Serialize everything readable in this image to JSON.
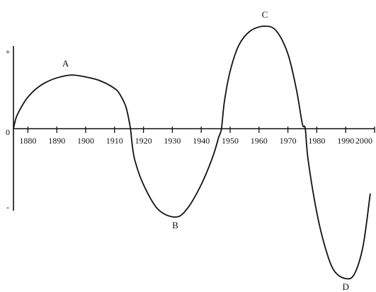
{
  "chart_data": {
    "type": "line",
    "title": "",
    "xlabel": "",
    "ylabel": "",
    "x_ticks": [
      "1880",
      "1890",
      "1900",
      "1910",
      "1920",
      "1930",
      "1940",
      "1950",
      "1960",
      "1970",
      "1980",
      "1990",
      "2000"
    ],
    "y_tick_labels": {
      "top": "+",
      "zero": "0",
      "bottom": "-"
    },
    "xlim": [
      1875,
      2000
    ],
    "ylim": [
      -1.4,
      1.0
    ],
    "grid": false,
    "legend": "none",
    "series": [
      {
        "x": [
          1875,
          1876,
          1878,
          1880,
          1883,
          1886,
          1890,
          1895,
          1900,
          1905,
          1910,
          1912,
          1914,
          1915.5,
          1916,
          1917,
          1920,
          1925,
          1931,
          1935,
          1940,
          1944,
          1946,
          1947,
          1948,
          1950,
          1953,
          1957,
          1962,
          1966,
          1970,
          1973,
          1975,
          1976,
          1977,
          1980,
          1983,
          1986,
          1990,
          1993,
          1996,
          1998.5
        ],
        "y": [
          0.0,
          0.12,
          0.24,
          0.33,
          0.42,
          0.48,
          0.53,
          0.56,
          0.54,
          0.5,
          0.42,
          0.35,
          0.22,
          0.0,
          -0.12,
          -0.28,
          -0.5,
          -0.72,
          -0.79,
          -0.72,
          -0.5,
          -0.25,
          -0.08,
          0.0,
          0.28,
          0.6,
          0.87,
          1.02,
          1.07,
          1.02,
          0.78,
          0.4,
          0.05,
          0.0,
          -0.28,
          -0.75,
          -1.07,
          -1.27,
          -1.34,
          -1.3,
          -1.05,
          -0.58
        ]
      }
    ],
    "annotations": [
      {
        "label": "A",
        "x": 1895,
        "y": 0.56
      },
      {
        "label": "B",
        "x": 1931,
        "y": -0.79
      },
      {
        "label": "C",
        "x": 1962,
        "y": 1.07
      },
      {
        "label": "D",
        "x": 1990,
        "y": -1.34
      }
    ]
  }
}
